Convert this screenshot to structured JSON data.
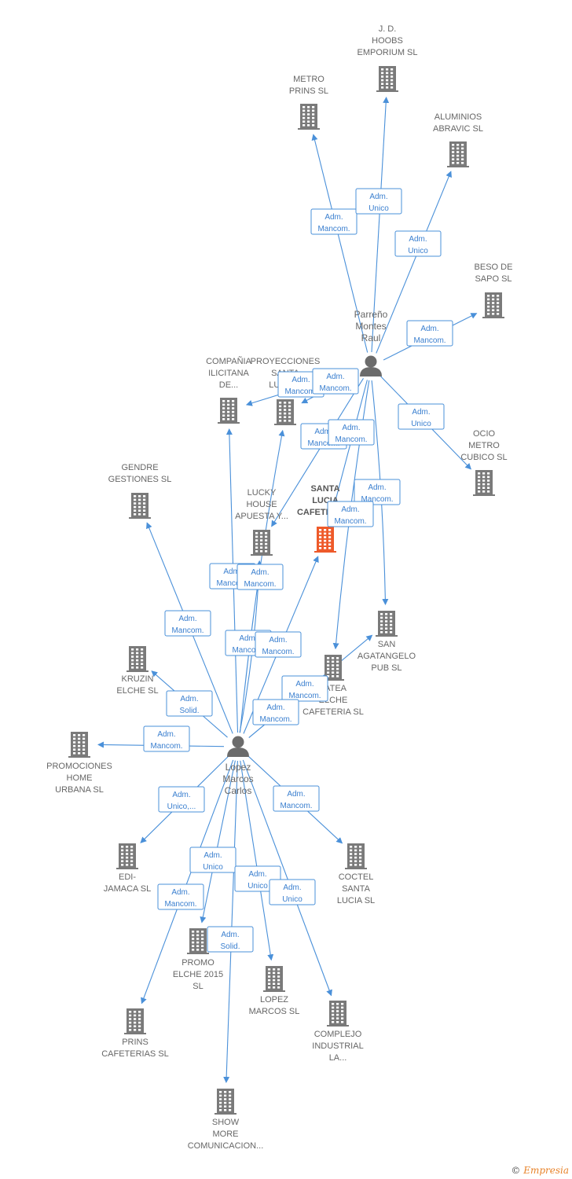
{
  "colors": {
    "edge": "#4a90d9",
    "company": "#7a7a7a",
    "focus": "#ee5a2a",
    "person": "#6b6b6b"
  },
  "people": [
    {
      "id": "raul",
      "label": [
        "Parreño",
        "Montes",
        "Raul"
      ]
    },
    {
      "id": "carlos",
      "label": [
        "Lopez",
        "Marcos",
        "Carlos"
      ]
    }
  ],
  "companies": [
    {
      "id": "hoobs",
      "label": [
        "J. D.",
        "HOOBS",
        "EMPORIUM SL"
      ]
    },
    {
      "id": "metroprins",
      "label": [
        "METRO",
        "PRINS SL"
      ]
    },
    {
      "id": "aluminios",
      "label": [
        "ALUMINIOS",
        "ABRAVIC SL"
      ]
    },
    {
      "id": "besodesapo",
      "label": [
        "BESO DE",
        "SAPO SL"
      ]
    },
    {
      "id": "ocio",
      "label": [
        "OCIO",
        "METRO",
        "CUBICO SL"
      ]
    },
    {
      "id": "compania",
      "label": [
        "COMPAÑIA",
        "ILICITANA",
        "DE..."
      ]
    },
    {
      "id": "proyecciones",
      "label": [
        "PROYECCIONES",
        "SANTA",
        "LUCIA..."
      ]
    },
    {
      "id": "gendre",
      "label": [
        "GENDRE",
        "GESTIONES SL"
      ]
    },
    {
      "id": "lucky",
      "label": [
        "LUCKY",
        "HOUSE",
        "APUESTA Y..."
      ]
    },
    {
      "id": "santalucia",
      "label": [
        "SANTA",
        "LUCIA",
        "CAFETERIA..."
      ],
      "focus": true
    },
    {
      "id": "sanagatangelo",
      "label": [
        "SAN",
        "AGATANGELO",
        "PUB SL"
      ]
    },
    {
      "id": "kruzin",
      "label": [
        "KRUZIN",
        "ELCHE SL"
      ]
    },
    {
      "id": "latea",
      "label": [
        "LATEA",
        "ELCHE",
        "CAFETERIA SL"
      ]
    },
    {
      "id": "promociones",
      "label": [
        "PROMOCIONES",
        "HOME",
        "URBANA SL"
      ]
    },
    {
      "id": "edijamaca",
      "label": [
        "EDI-",
        "JAMACA SL"
      ]
    },
    {
      "id": "coctel",
      "label": [
        "COCTEL",
        "SANTA",
        "LUCIA SL"
      ]
    },
    {
      "id": "promoelche",
      "label": [
        "PROMO",
        "ELCHE 2015",
        "SL"
      ]
    },
    {
      "id": "lopezmarcos",
      "label": [
        "LOPEZ",
        "MARCOS SL"
      ]
    },
    {
      "id": "complejo",
      "label": [
        "COMPLEJO",
        "INDUSTRIAL",
        "LA..."
      ]
    },
    {
      "id": "prins",
      "label": [
        "PRINS",
        "CAFETERIAS SL"
      ]
    },
    {
      "id": "showmore",
      "label": [
        "SHOW",
        "MORE",
        "COMUNICACION..."
      ]
    }
  ],
  "edges": [
    {
      "from": "raul",
      "to": "metroprins",
      "label": [
        "Adm.",
        "Mancom."
      ]
    },
    {
      "from": "raul",
      "to": "hoobs",
      "label": [
        "Adm.",
        "Unico"
      ]
    },
    {
      "from": "raul",
      "to": "aluminios",
      "label": [
        "Adm.",
        "Unico"
      ]
    },
    {
      "from": "raul",
      "to": "besodesapo",
      "label": [
        "Adm.",
        "Mancom."
      ]
    },
    {
      "from": "raul",
      "to": "ocio",
      "label": [
        "Adm.",
        "Unico"
      ]
    },
    {
      "from": "raul",
      "to": "compania",
      "label": [
        "Adm.",
        "Mancom."
      ]
    },
    {
      "from": "raul",
      "to": "proyecciones",
      "label": [
        "Adm.",
        "Mancom."
      ]
    },
    {
      "from": "raul",
      "to": "lucky",
      "label": [
        "Adm.",
        "Mancom."
      ]
    },
    {
      "from": "raul",
      "to": "santalucia",
      "label": [
        "Adm.",
        "Mancom."
      ]
    },
    {
      "from": "raul",
      "to": "sanagatangelo",
      "label": [
        "Adm.",
        "Mancom."
      ]
    },
    {
      "from": "raul",
      "to": "latea",
      "label": [
        "Adm.",
        "Mancom."
      ]
    },
    {
      "from": "carlos",
      "to": "gendre",
      "label": [
        "Adm.",
        "Mancom."
      ]
    },
    {
      "from": "carlos",
      "to": "compania",
      "label": [
        "Adm.",
        "Mancom."
      ]
    },
    {
      "from": "carlos",
      "to": "proyecciones",
      "label": [
        "Adm.",
        "Mancom."
      ]
    },
    {
      "from": "carlos",
      "to": "lucky",
      "label": [
        "Adm.",
        "Mancom."
      ]
    },
    {
      "from": "carlos",
      "to": "santalucia",
      "label": [
        "Adm.",
        "Mancom."
      ]
    },
    {
      "from": "carlos",
      "to": "sanagatangelo",
      "label": [
        "Adm.",
        "Mancom."
      ]
    },
    {
      "from": "carlos",
      "to": "latea",
      "label": [
        "Adm.",
        "Mancom."
      ]
    },
    {
      "from": "carlos",
      "to": "kruzin",
      "label": [
        "Adm.",
        "Solid."
      ]
    },
    {
      "from": "carlos",
      "to": "promociones",
      "label": [
        "Adm.",
        "Mancom."
      ]
    },
    {
      "from": "carlos",
      "to": "edijamaca",
      "label": [
        "Adm.",
        "Unico,..."
      ]
    },
    {
      "from": "carlos",
      "to": "coctel",
      "label": [
        "Adm.",
        "Mancom."
      ]
    },
    {
      "from": "carlos",
      "to": "promoelche",
      "label": [
        "Adm.",
        "Unico"
      ]
    },
    {
      "from": "carlos",
      "to": "prins",
      "label": [
        "Adm.",
        "Mancom."
      ]
    },
    {
      "from": "carlos",
      "to": "showmore",
      "label": [
        "Adm.",
        "Solid."
      ]
    },
    {
      "from": "carlos",
      "to": "lopezmarcos",
      "label": [
        "Adm.",
        "Unico"
      ]
    },
    {
      "from": "carlos",
      "to": "complejo",
      "label": [
        "Adm.",
        "Unico"
      ]
    }
  ],
  "copyright": {
    "symbol": "©",
    "brand": "Empresia"
  }
}
